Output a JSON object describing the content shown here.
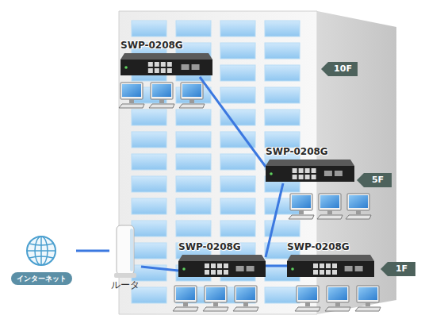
{
  "diagram": {
    "nodes": [
      {
        "text": [
          "SWP-0208G"
        ]
      },
      {
        "text": [
          "10F"
        ]
      },
      {
        "text": [
          "SWP-0208G"
        ]
      },
      {
        "text": [
          "5F"
        ]
      },
      {
        "text": [
          "インターネット"
        ]
      },
      {
        "text": [
          "ルータ"
        ]
      },
      {
        "text": [
          "SWP-0208G"
        ]
      },
      {
        "text": [
          "SWP-0208G"
        ]
      },
      {
        "text": [
          "1F"
        ]
      }
    ],
    "edges": [
      {
        "from": 4,
        "to": 5,
        "arrow": "none"
      },
      {
        "from": 5,
        "to": 6,
        "arrow": "none"
      },
      {
        "from": 6,
        "to": 7,
        "arrow": "none"
      },
      {
        "from": 6,
        "to": 2,
        "arrow": "none"
      },
      {
        "from": 2,
        "to": 0,
        "arrow": "none"
      }
    ]
  }
}
